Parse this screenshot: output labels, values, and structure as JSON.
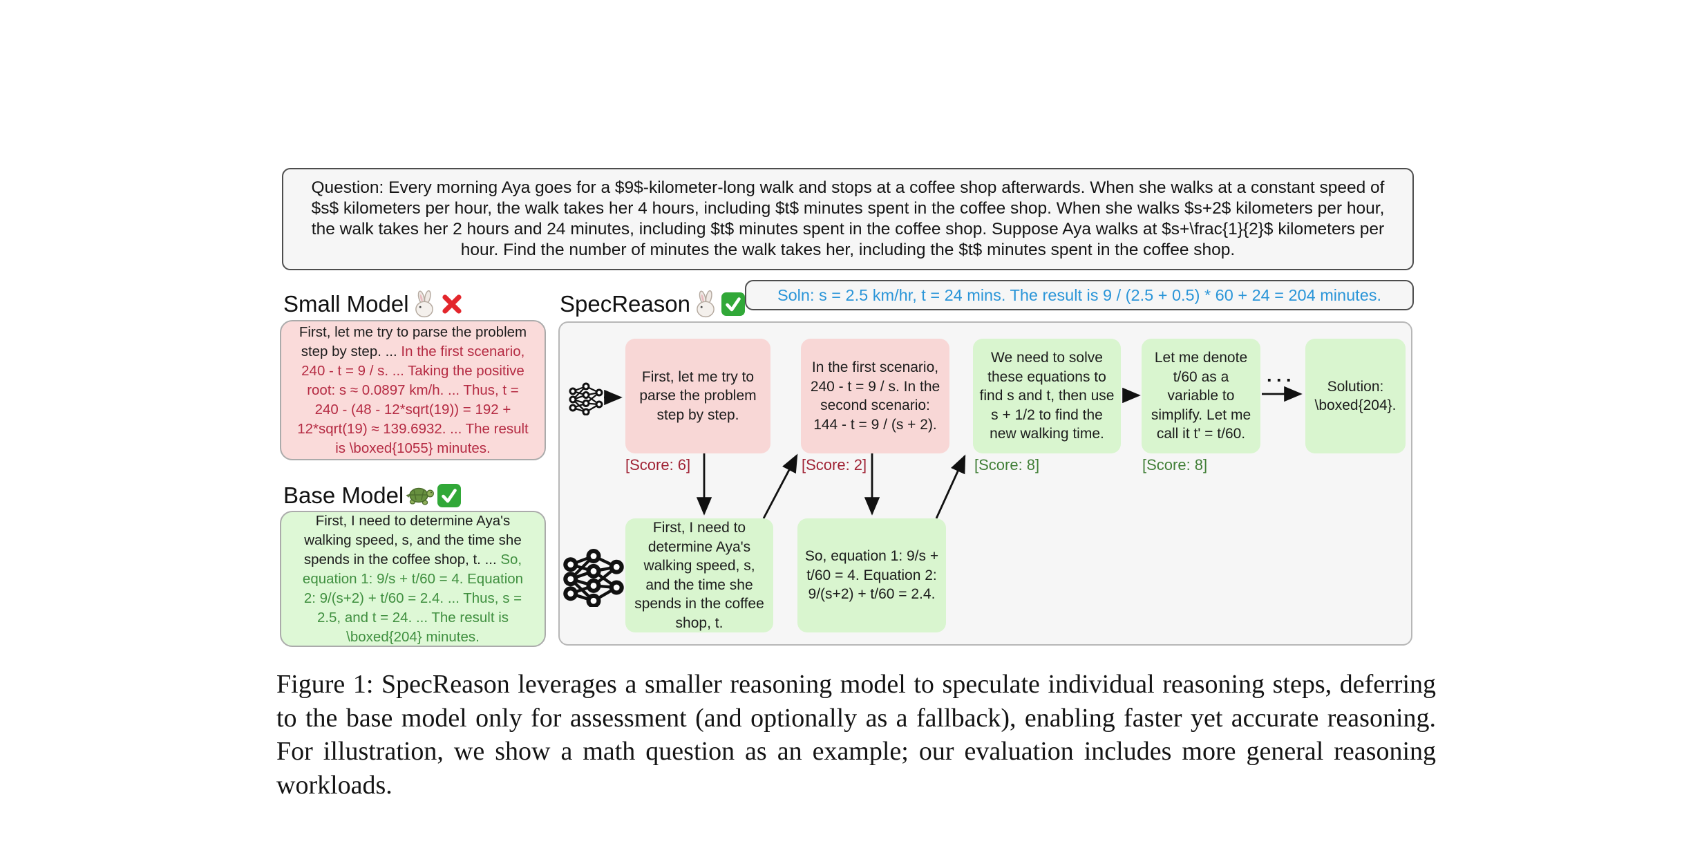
{
  "question": {
    "text": "Question: Every morning Aya goes for a $9$-kilometer-long walk and stops at a coffee shop afterwards. When she walks at a constant speed of $s$ kilometers per hour, the walk takes her 4 hours, including $t$ minutes spent in the coffee shop. When she walks $s+2$ kilometers per hour, the walk takes her 2 hours and 24 minutes, including $t$ minutes spent in the coffee shop. Suppose Aya walks at $s+\\frac{1}{2}$ kilometers per hour. Find the number of minutes the walk takes her, including the $t$ minutes spent in the coffee shop."
  },
  "panels": {
    "small_model": {
      "title": "Small Model",
      "icons": [
        "rabbit",
        "cross-mark"
      ],
      "text_intro": "First, let me try to parse the problem\nstep by step. ... ",
      "text_wrong": "In the first scenario,\n240 - t = 9 / s. ... Taking the positive\nroot: s ≈ 0.0897 km/h. ... Thus, t =\n240 - (48 - 12*sqrt(19)) = 192 +\n12*sqrt(19) ≈ 139.6932. ... The result\nis \\boxed{1055} minutes."
    },
    "base_model": {
      "title": "Base Model",
      "icons": [
        "turtle",
        "check-mark"
      ],
      "text_intro": "First, I need to determine Aya's\nwalking speed, s, and the time she\nspends in the coffee shop, t. ... ",
      "text_good": "So,\nequation 1: 9/s + t/60 = 4. Equation\n2: 9/(s+2) + t/60 = 2.4. ... Thus, s =\n2.5, and t = 24. ... The result is\n\\boxed{204} minutes."
    },
    "spec_reason": {
      "title": "SpecReason",
      "icons": [
        "rabbit",
        "check-mark"
      ],
      "solution": "Soln: s = 2.5 km/hr, t = 24 mins. The result is 9 / (2.5 + 0.5) * 60 + 24 = 204 minutes."
    }
  },
  "flow": {
    "small_steps": [
      {
        "text": "First, let me try to\nparse the problem\nstep by step.",
        "score": "[Score: 6]",
        "type": "pink"
      },
      {
        "text": "In the first scenario,\n240 - t = 9 / s. In the\nsecond scenario:\n144 - t = 9 / (s + 2).",
        "score": "[Score: 2]",
        "type": "pink"
      },
      {
        "text": "We need to solve\nthese equations to\nfind s and t, then use\ns + 1/2 to find the\nnew walking time.",
        "score": "[Score: 8]",
        "type": "green"
      },
      {
        "text": "Let me denote\nt/60 as a\nvariable to\nsimplify. Let me\ncall it t' = t/60.",
        "score": "[Score: 8]",
        "type": "green"
      },
      {
        "text": "Solution:\n\\boxed{204}.",
        "type": "green"
      }
    ],
    "base_steps": [
      {
        "text": "First, I need to\ndetermine Aya's\nwalking speed, s,\nand the time she\nspends in the coffee\nshop, t."
      },
      {
        "text": "So, equation 1: 9/s +\nt/60 = 4. Equation 2:\n9/(s+2) + t/60 = 2.4."
      }
    ],
    "ellipsis": "···"
  },
  "caption": {
    "text": "Figure 1: SpecReason leverages a smaller reasoning model to speculate individual reasoning steps, deferring to the base model only for assessment (and optionally as a fallback), enabling faster yet accurate reasoning. For illustration, we show a math question as an example; our evaluation includes more general reasoning workloads."
  },
  "icons": {
    "rabbit": "🐇",
    "turtle": "🐢",
    "cross-mark": "❌",
    "check-mark": "✅",
    "small-model-network": "neural-network-small",
    "base-model-network": "neural-network-large"
  },
  "colors": {
    "pink_fill_flow": "#f8d7d6",
    "green_fill_flow": "#d9f5cf",
    "pink_fill_side": "#fadbda",
    "green_fill_side": "#def8d6",
    "red_text": "#b52b43",
    "green_text": "#3f8f3f",
    "score_red": "#a02335",
    "score_green": "#417f37",
    "blue_text": "#2a95d8",
    "container_fill": "#f6f6f6"
  }
}
